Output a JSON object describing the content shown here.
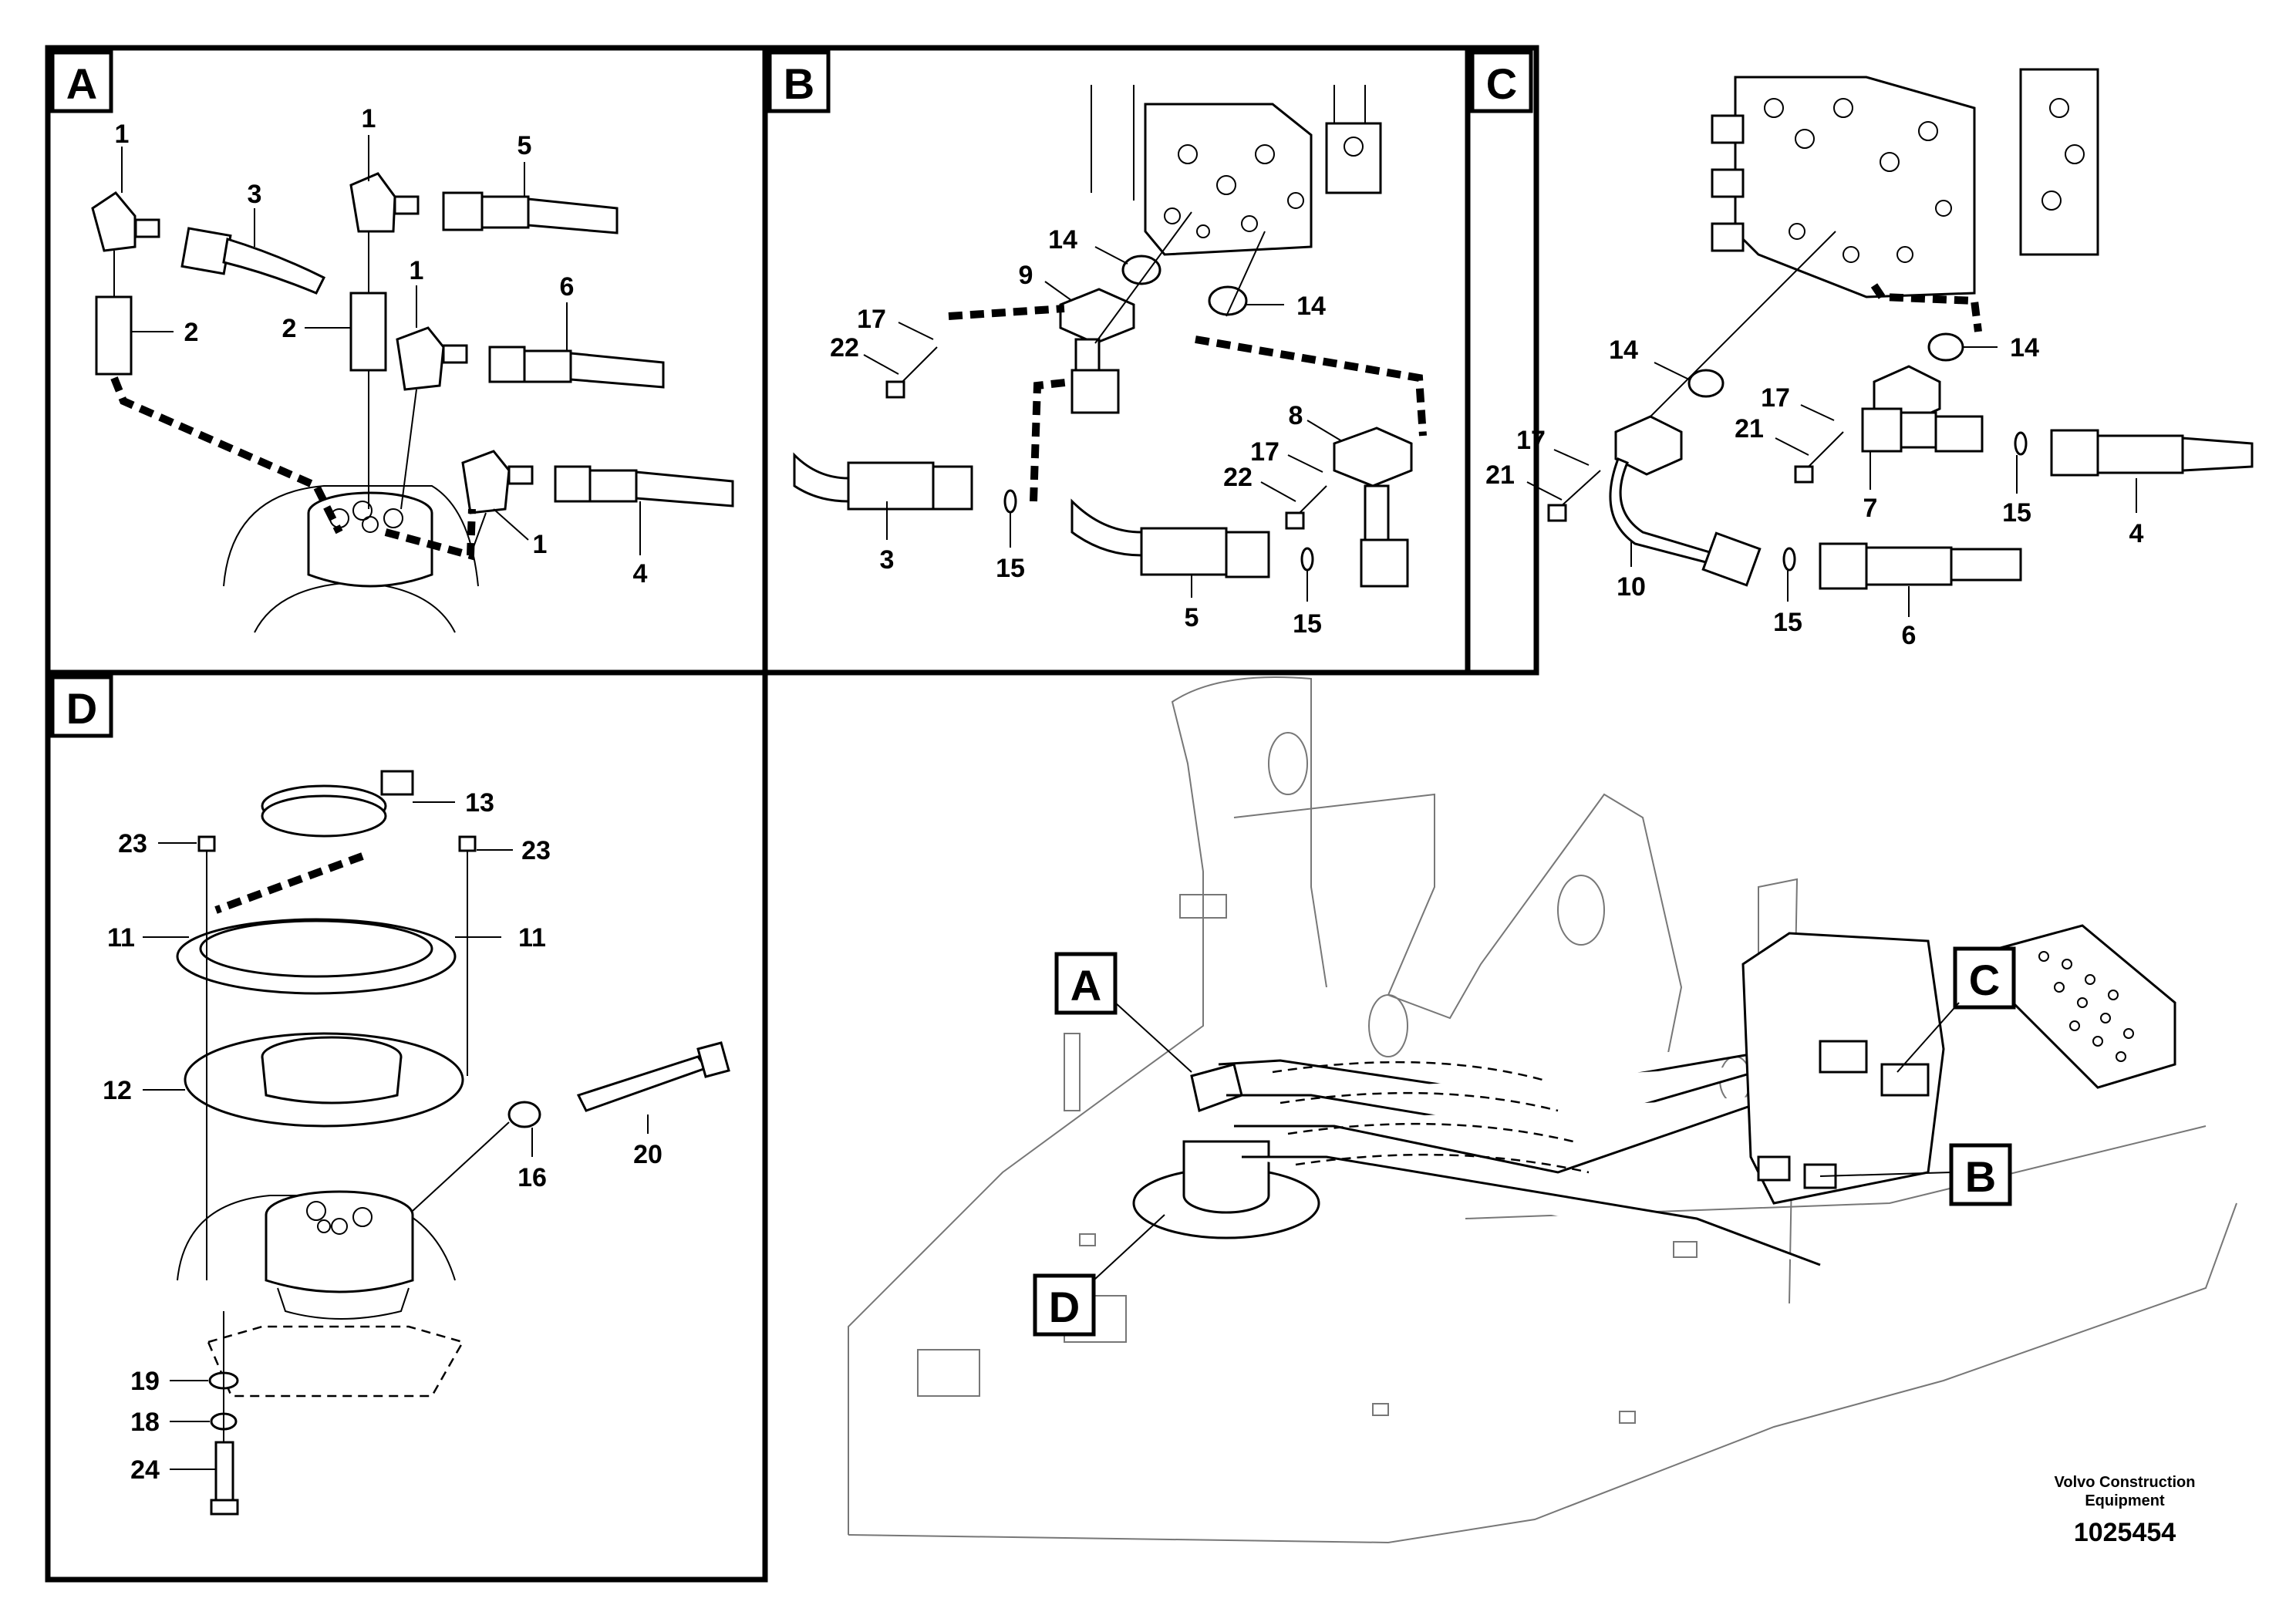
{
  "panels": {
    "A": {
      "tag": "A"
    },
    "B": {
      "tag": "B"
    },
    "C": {
      "tag": "C"
    },
    "D": {
      "tag": "D"
    }
  },
  "labels": {
    "A": [
      "1",
      "3",
      "1",
      "5",
      "2",
      "2",
      "1",
      "6",
      "1",
      "4"
    ],
    "B": [
      "14",
      "9",
      "14",
      "17",
      "22",
      "8",
      "17",
      "22",
      "3",
      "15",
      "5",
      "15"
    ],
    "C": [
      "14",
      "14",
      "17",
      "21",
      "17",
      "21",
      "7",
      "15",
      "4",
      "10",
      "15",
      "6"
    ],
    "D": [
      "13",
      "23",
      "23",
      "11",
      "11",
      "12",
      "20",
      "16",
      "19",
      "18",
      "24"
    ]
  },
  "overview": {
    "callouts": [
      "A",
      "C",
      "B",
      "D"
    ]
  },
  "footer": {
    "brand_line1": "Volvo Construction",
    "brand_line2": "Equipment",
    "doc_number": "1025454"
  }
}
